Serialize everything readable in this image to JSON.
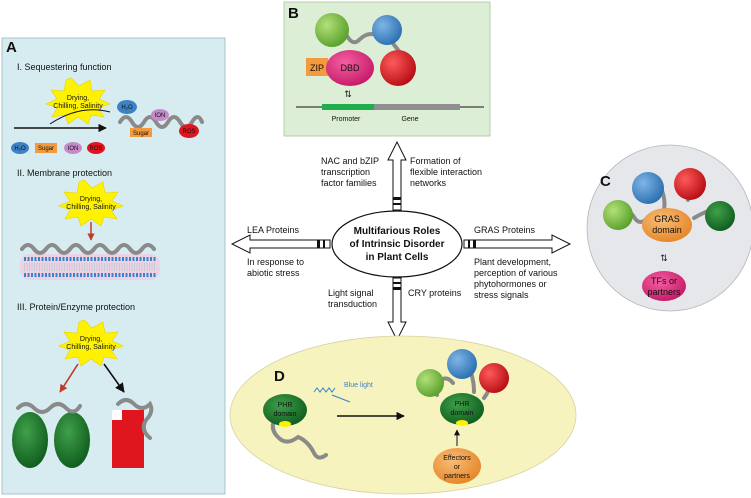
{
  "panelA": {
    "letter": "A",
    "section1": "I. Sequestering function",
    "section2": "II. Membrane protection",
    "section3": "III. Protein/Enzyme protection",
    "stress1_line1": "Drying,",
    "stress1_line2": "Chilling, Salinity",
    "stress2_line1": "Drying,",
    "stress2_line2": "Chilling, Salinity",
    "stress3_line1": "Drying,",
    "stress3_line2": "Chilling, Salinity",
    "bound_h2o": "H₂O",
    "bound_ion": "ION",
    "bound_sugar": "Sugar",
    "bound_ros": "ROS",
    "legend_h2o": "H₂O",
    "legend_sugar": "Sugar",
    "legend_ion": "ION",
    "legend_ros": "ROS"
  },
  "panelB": {
    "letter": "B",
    "zip": "ZIP",
    "dbd": "DBD",
    "promoter": "Promoter",
    "gene": "Gene"
  },
  "panelC": {
    "letter": "C",
    "domain_line1": "GRAS",
    "domain_line2": "domain",
    "partner_line1": "TFs or",
    "partner_line2": "partners"
  },
  "panelD": {
    "letter": "D",
    "phr_line1": "PHR",
    "phr_line2": "domain",
    "blue_light": "Blue light",
    "phr2_line1": "PHR",
    "phr2_line2": "domain",
    "effector_line1": "Effectors",
    "effector_line2": "or",
    "effector_line3": "partners"
  },
  "center": {
    "title_line1": "Multifarious Roles",
    "title_line2": "of Intrinsic Disorder",
    "title_line3": "in Plant Cells"
  },
  "arrows": {
    "up_left_line1": "NAC and bZIP",
    "up_left_line2": "transcription",
    "up_left_line3": "factor families",
    "up_right_line1": "Formation of",
    "up_right_line2": "flexible interaction",
    "up_right_line3": "networks",
    "left_top": "LEA Proteins",
    "left_bottom_line1": "In response to",
    "left_bottom_line2": "abiotic stress",
    "right_top": "GRAS Proteins",
    "right_bottom_line1": "Plant development,",
    "right_bottom_line2": "perception of various",
    "right_bottom_line3": "phytohormones or",
    "right_bottom_line4": "stress signals",
    "down_left_line1": "Light signal",
    "down_left_line2": "transduction",
    "down_right": "CRY proteins"
  },
  "colors": {
    "panelA_bg": "#d6ecf1",
    "panelB_bg": "#dcefd6",
    "panelC_bg": "#e6e7ea",
    "panelD_bg": "#f7f3bf",
    "starburst": "#fff200",
    "blue": "#3b83c6",
    "red": "#e0161f",
    "green": "#74b83a",
    "magenta": "#e4247e",
    "orange": "#f29a3d",
    "dark_green": "#1f7a2e"
  }
}
